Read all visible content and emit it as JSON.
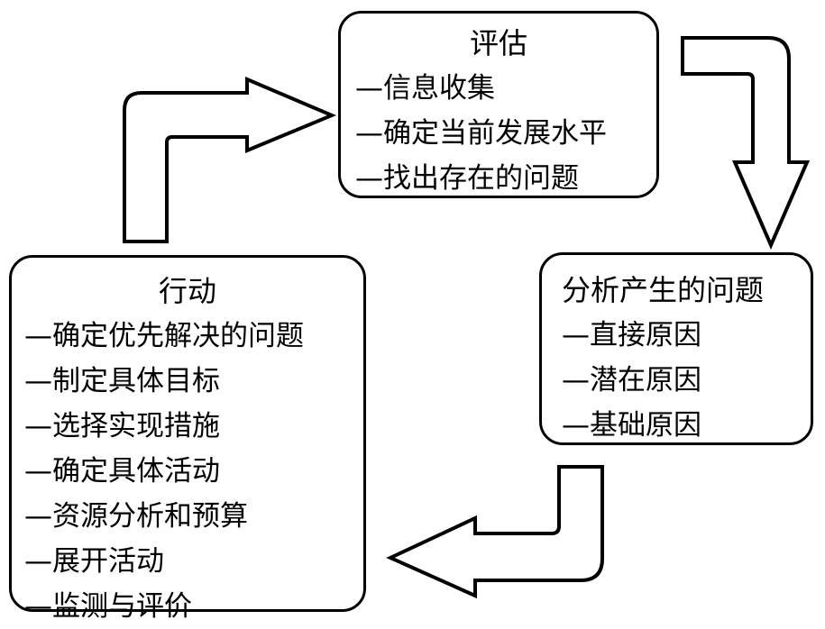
{
  "colors": {
    "stroke": "#000000",
    "fill": "#ffffff"
  },
  "assess": {
    "title": "评估",
    "items": [
      "—信息收集",
      "—确定当前发展水平",
      "—找出存在的问题"
    ]
  },
  "analyze": {
    "title": "分析产生的问题",
    "items": [
      "—直接原因",
      "—潜在原因",
      "—基础原因"
    ]
  },
  "action": {
    "title": "行动",
    "items": [
      "—确定优先解决的问题",
      "—制定具体目标",
      "—选择实现措施",
      "—确定具体活动",
      "—资源分析和预算",
      "—展开活动",
      "—监测与评价"
    ]
  }
}
